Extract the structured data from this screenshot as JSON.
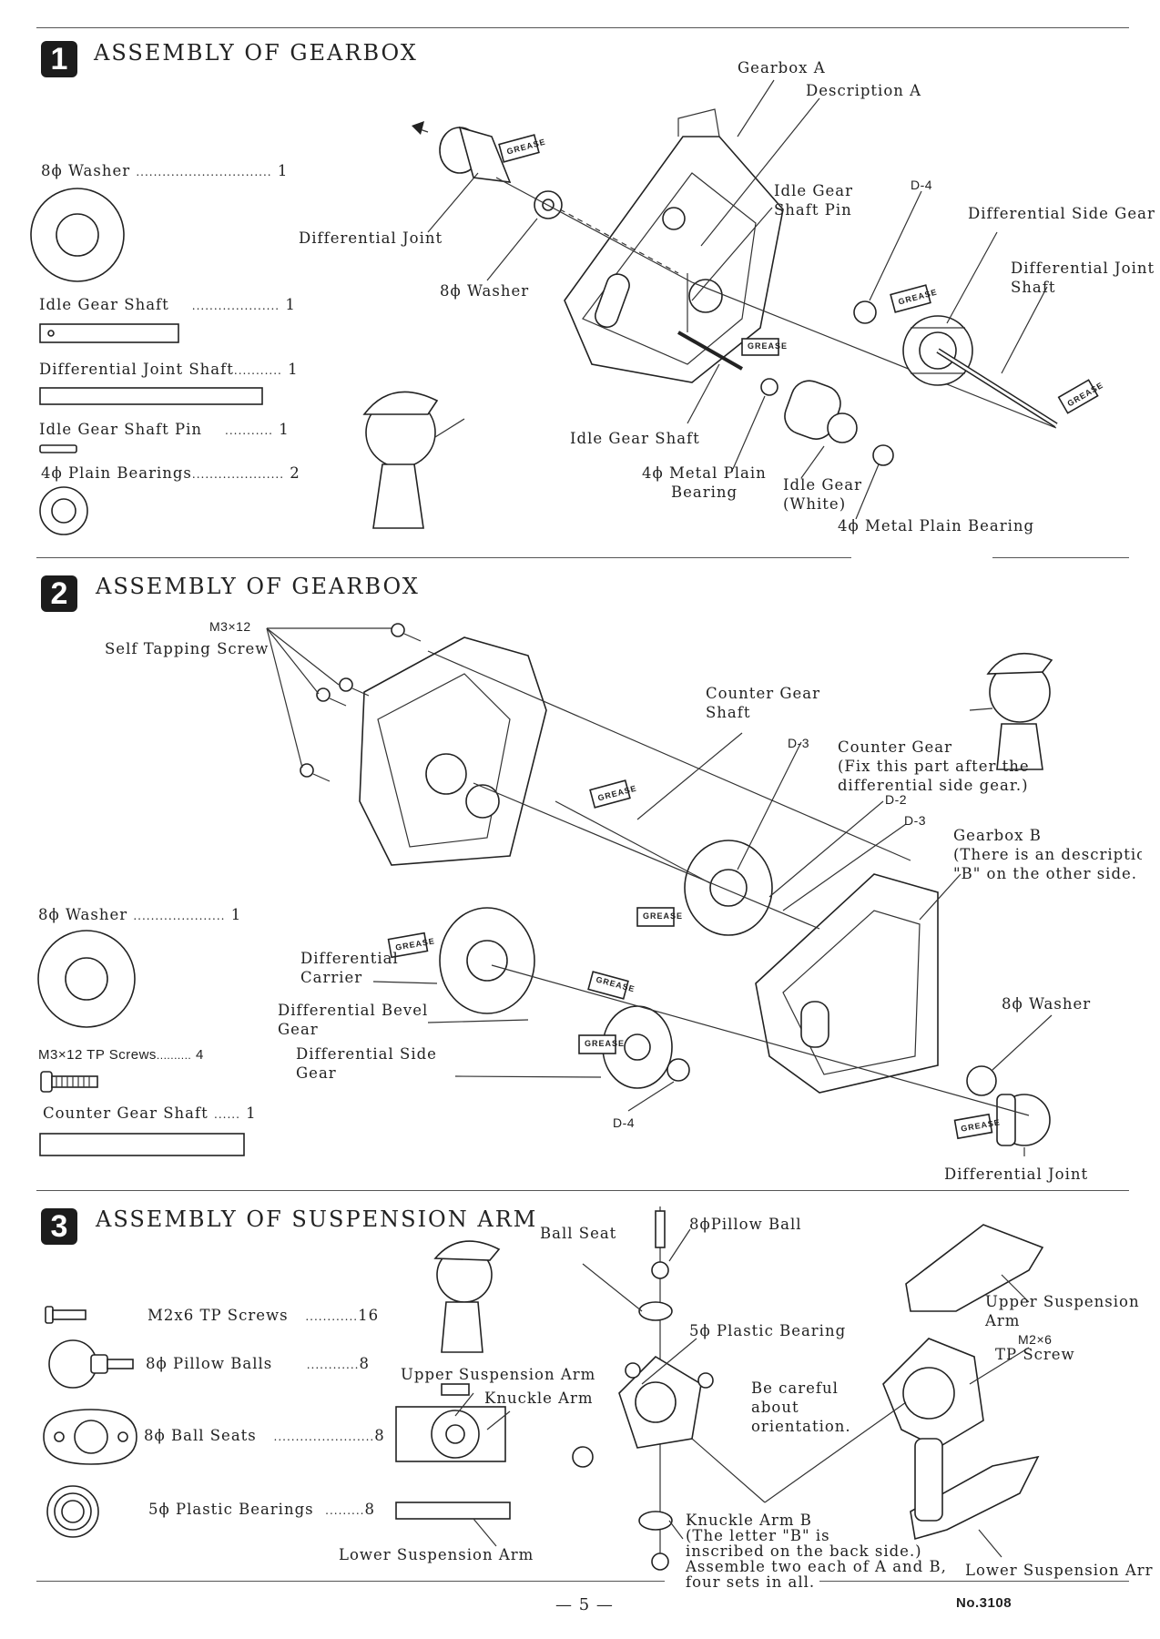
{
  "sections": {
    "s1": {
      "number": "1",
      "title": "ASSEMBLY OF GEARBOX",
      "parts": [
        {
          "name": "8ϕ Washer",
          "leader": "...............................",
          "qty": "1"
        },
        {
          "name": "Idle Gear Shaft",
          "leader": "....................",
          "qty": "1"
        },
        {
          "name": "Differential Joint Shaft",
          "leader": "...........",
          "qty": "1"
        },
        {
          "name": "Idle Gear Shaft Pin",
          "leader": "...........",
          "qty": "1"
        },
        {
          "name": "4ϕ Plain Bearings",
          "leader": ".....................",
          "qty": "2"
        }
      ],
      "labels": {
        "gearbox_a": "Gearbox A",
        "description_a": "Description A",
        "differential_joint": "Differential Joint",
        "washer": "8ϕ Washer",
        "idle_gear_shaft_pin": [
          "Idle Gear",
          "Shaft Pin"
        ],
        "d4": "D-4",
        "diff_side_gear": "Differential Side Gear",
        "diff_joint_shaft": [
          "Differential Joint",
          "Shaft"
        ],
        "idle_gear_shaft": "Idle Gear Shaft",
        "metal_plain_bearing_1": [
          "4ϕ Metal Plain",
          "Bearing"
        ],
        "idle_gear_white": [
          "Idle Gear",
          "(White)"
        ],
        "metal_plain_bearing_2": "4ϕ Metal Plain Bearing"
      }
    },
    "s2": {
      "number": "2",
      "title": "ASSEMBLY OF GEARBOX",
      "parts": [
        {
          "name": "8ϕ Washer",
          "leader": ".....................",
          "qty": "1"
        },
        {
          "name": "M3×12 TP Screws",
          "leader": "..........",
          "qty": "4"
        },
        {
          "name": "Counter Gear Shaft",
          "leader": "......",
          "qty": "1"
        }
      ],
      "labels": {
        "m3x12": "M3×12",
        "self_tapping_screw": "Self Tapping Screw",
        "counter_gear_shaft": [
          "Counter Gear",
          "Shaft"
        ],
        "d3_a": "D-3",
        "counter_gear": [
          "Counter Gear",
          "(Fix this part after the",
          "differential side gear.)"
        ],
        "d2": "D-2",
        "d3_b": "D-3",
        "gearbox_b": [
          "Gearbox B",
          "(There is an descriptio",
          "\"B\" on the other side."
        ],
        "diff_carrier": [
          "Differential",
          "Carrier"
        ],
        "diff_bevel_gear": [
          "Differential Bevel",
          "Gear"
        ],
        "diff_side_gear": [
          "Differential Side",
          "Gear"
        ],
        "d4": "D-4",
        "washer": "8ϕ Washer",
        "diff_joint": "Differential Joint"
      }
    },
    "s3": {
      "number": "3",
      "title": "ASSEMBLY OF SUSPENSION ARM",
      "parts": [
        {
          "name": "M2x6 TP Screws",
          "leader": "............",
          "qty": "16"
        },
        {
          "name": "8ϕ Pillow Balls",
          "leader": "............",
          "qty": "8"
        },
        {
          "name": "8ϕ Ball Seats",
          "leader": ".......................",
          "qty": "8"
        },
        {
          "name": "5ϕ Plastic Bearings",
          "leader": ".........",
          "qty": "8"
        }
      ],
      "labels": {
        "ball_seat": "Ball Seat",
        "pillow_ball": "8ϕPillow Ball",
        "upper_arm_mid": "Upper Suspension Arm",
        "knuckle_arm": "Knuckle Arm",
        "plastic_bearing": "5ϕ Plastic Bearing",
        "be_careful": [
          "Be careful",
          "about",
          "orientation."
        ],
        "upper_arm_right": [
          "Upper Suspension",
          "Arm"
        ],
        "m2x6": "M2×6",
        "tp_screw": "TP Screw",
        "lower_arm_mid": "Lower Suspension Arm",
        "knuckle_b": [
          "Knuckle Arm B",
          "(The letter \"B\" is",
          "inscribed on the back side.)",
          "Assemble two each of A and B,",
          "four sets in all."
        ],
        "lower_arm_right": "Lower Suspension Arr"
      }
    }
  },
  "grease_tag": "GREASE",
  "footer": {
    "page": "— 5 —",
    "model": "No.3108"
  }
}
